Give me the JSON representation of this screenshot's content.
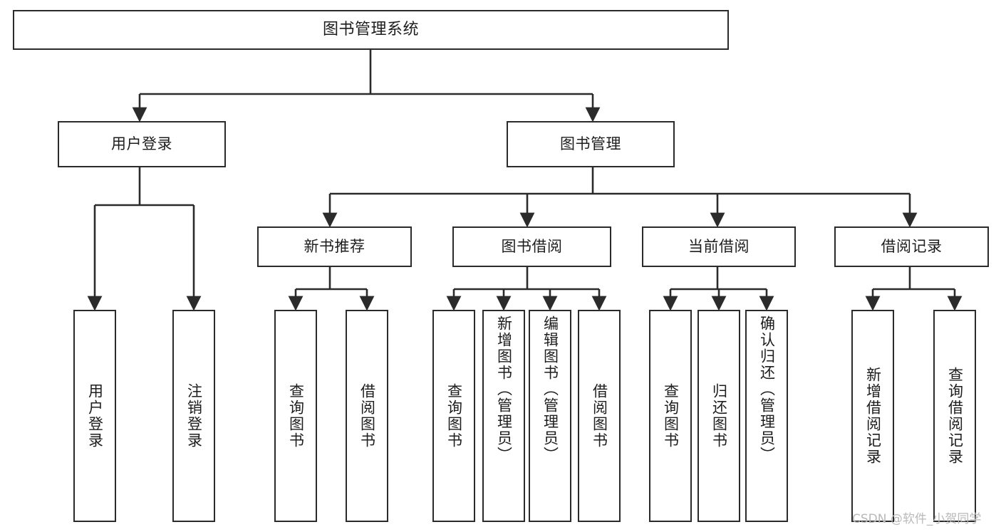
{
  "diagram": {
    "title": "图书管理系统",
    "type": "tree-hierarchy",
    "watermark": "CSDN @软件_小贺同学",
    "colors": {
      "stroke": "#2b2b2b",
      "fill": "#ffffff",
      "text": "#1d1d1d",
      "watermark": "#b9b9b9"
    },
    "nodes": {
      "root": {
        "label": "图书管理系统"
      },
      "level2": [
        {
          "id": "user-login",
          "label": "用户登录"
        },
        {
          "id": "book-manage",
          "label": "图书管理"
        }
      ],
      "level3": [
        {
          "id": "new-book-recommend",
          "label": "新书推荐"
        },
        {
          "id": "book-borrow",
          "label": "图书借阅"
        },
        {
          "id": "current-borrow",
          "label": "当前借阅"
        },
        {
          "id": "borrow-record",
          "label": "借阅记录"
        }
      ],
      "leaves": {
        "user-login": [
          {
            "id": "leaf-user-login",
            "label": "用户登录"
          },
          {
            "id": "leaf-logout-login",
            "label": "注销登录"
          }
        ],
        "new-book-recommend": [
          {
            "id": "leaf-query-book-1",
            "label": "查询图书"
          },
          {
            "id": "leaf-borrow-book-1",
            "label": "借阅图书"
          }
        ],
        "book-borrow": [
          {
            "id": "leaf-query-book-2",
            "label": "查询图书"
          },
          {
            "id": "leaf-add-book",
            "label": "新增图书（管理员）"
          },
          {
            "id": "leaf-edit-book",
            "label": "编辑图书（管理员）"
          },
          {
            "id": "leaf-borrow-book-2",
            "label": "借阅图书"
          }
        ],
        "current-borrow": [
          {
            "id": "leaf-query-book-3",
            "label": "查询图书"
          },
          {
            "id": "leaf-return-book",
            "label": "归还图书"
          },
          {
            "id": "leaf-confirm-return",
            "label": "确认归还（管理员）"
          }
        ],
        "borrow-record": [
          {
            "id": "leaf-add-record",
            "label": "新增借阅记录"
          },
          {
            "id": "leaf-query-record",
            "label": "查询借阅记录"
          }
        ]
      }
    }
  }
}
